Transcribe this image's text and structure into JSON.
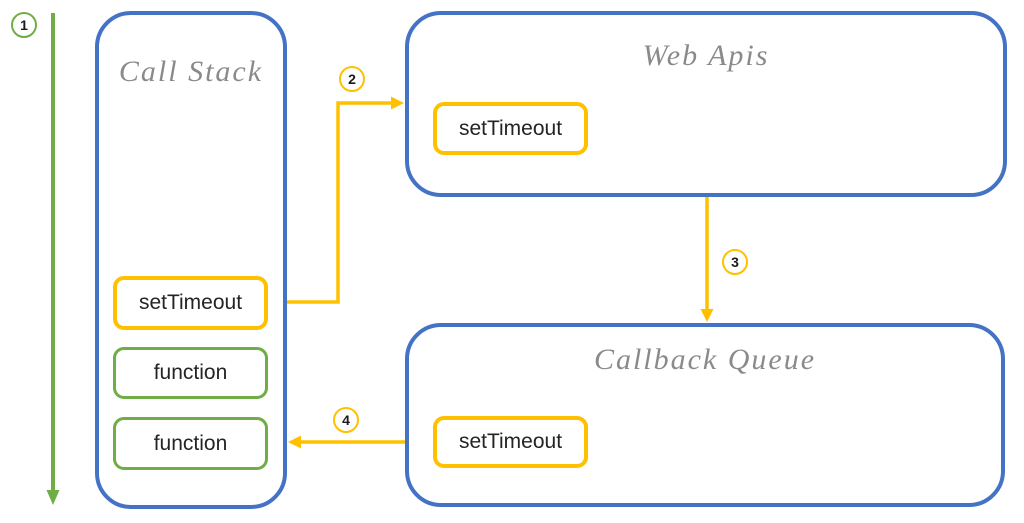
{
  "colors": {
    "container_blue": "#4472C4",
    "highlight_yellow": "#FFC000",
    "function_green": "#70AD47",
    "title_gray": "#8A8A8A",
    "label_black": "#242424"
  },
  "steps": [
    {
      "label": "1",
      "color": "green"
    },
    {
      "label": "2",
      "color": "yellow"
    },
    {
      "label": "3",
      "color": "yellow"
    },
    {
      "label": "4",
      "color": "yellow"
    }
  ],
  "call_stack": {
    "title": "Call Stack",
    "items": [
      {
        "label": "setTimeout",
        "style": "yellow"
      },
      {
        "label": "function",
        "style": "green"
      },
      {
        "label": "function",
        "style": "green"
      }
    ]
  },
  "web_apis": {
    "title": "Web Apis",
    "items": [
      {
        "label": "setTimeout",
        "style": "yellow"
      }
    ]
  },
  "callback_queue": {
    "title": "Callback Queue",
    "items": [
      {
        "label": "setTimeout",
        "style": "yellow"
      }
    ]
  }
}
